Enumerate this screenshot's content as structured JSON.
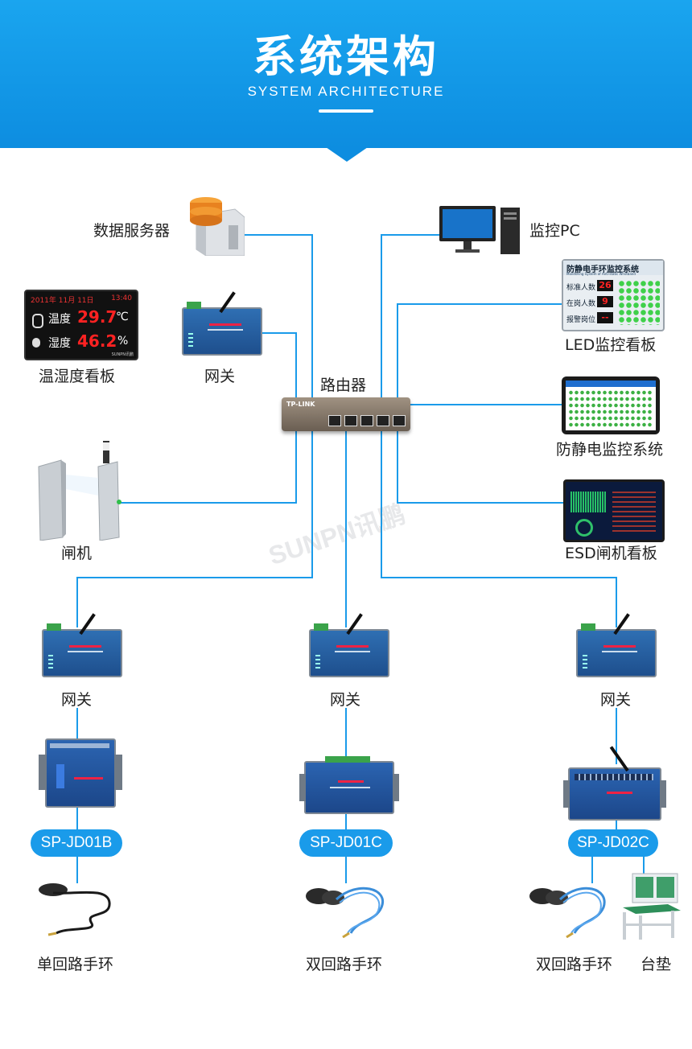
{
  "header": {
    "title": "系统架构",
    "subtitle": "SYSTEM ARCHITECTURE",
    "bg_color": "#0d8de0"
  },
  "nodes": {
    "data_server": "数据服务器",
    "monitor_pc": "监控PC",
    "th_board": "温湿度看板",
    "gateway_top": "网关",
    "led_board": "LED监控看板",
    "router": "路由器",
    "antistatic_system": "防静电监控系统",
    "gate": "闸机",
    "esd_gate_board": "ESD闸机看板",
    "gateway_1": "网关",
    "gateway_2": "网关",
    "gateway_3": "网关",
    "model_1": "SP-JD01B",
    "model_2": "SP-JD01C",
    "model_3": "SP-JD02C",
    "strap_1": "单回路手环",
    "strap_2": "双回路手环",
    "strap_3": "双回路手环",
    "mat": "台垫"
  },
  "th_display": {
    "date": "2011年 11月 11日",
    "time": "13:40",
    "temp_label": "温度",
    "temp_value": "29.7",
    "temp_unit": "℃",
    "hum_label": "湿度",
    "hum_value": "46.2",
    "hum_unit": "%",
    "brand": "SUNPN讯鹏"
  },
  "led_display": {
    "title": "防静电手环监控系统",
    "title_en": "Monitoring System of Anti-static Wristband",
    "row1_label": "标准人数",
    "row1_value": "26",
    "row2_label": "在岗人数",
    "row2_value": "9",
    "row3_label": "报警岗位",
    "row3_value": "--"
  },
  "router_brand": "TP-LINK",
  "watermark": "SUNPN讯鹏",
  "line_color": "#1a9bea"
}
